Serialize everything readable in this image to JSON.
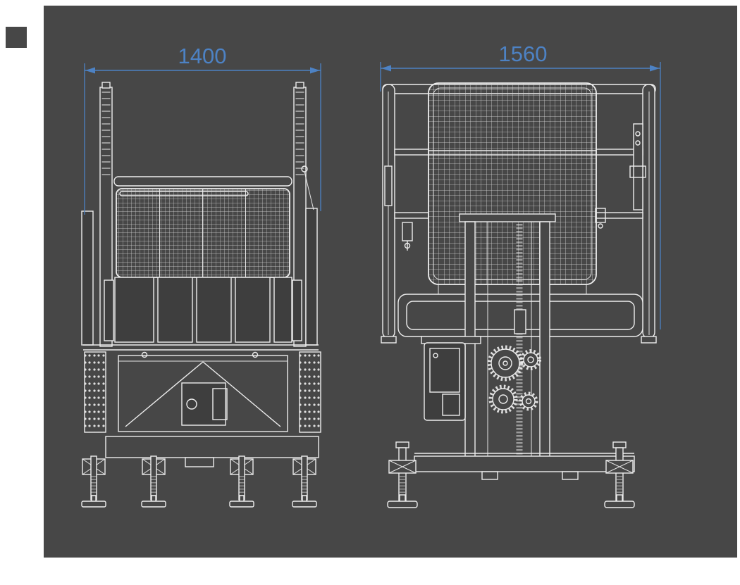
{
  "page": {
    "background": "#ffffff",
    "panel_color": "#474747"
  },
  "colors": {
    "line": "#ededed",
    "dimension": "#4d82c4",
    "fill_dark": "#3e3e3e"
  },
  "drawing": {
    "type": "technical-line-drawing",
    "subject": "lift-platform-two-views",
    "views": [
      {
        "id": "front-view",
        "dimension_value": "1400"
      },
      {
        "id": "side-view",
        "dimension_value": "1560"
      }
    ]
  },
  "annotations": {
    "front_width": "1400",
    "side_width": "1560"
  }
}
